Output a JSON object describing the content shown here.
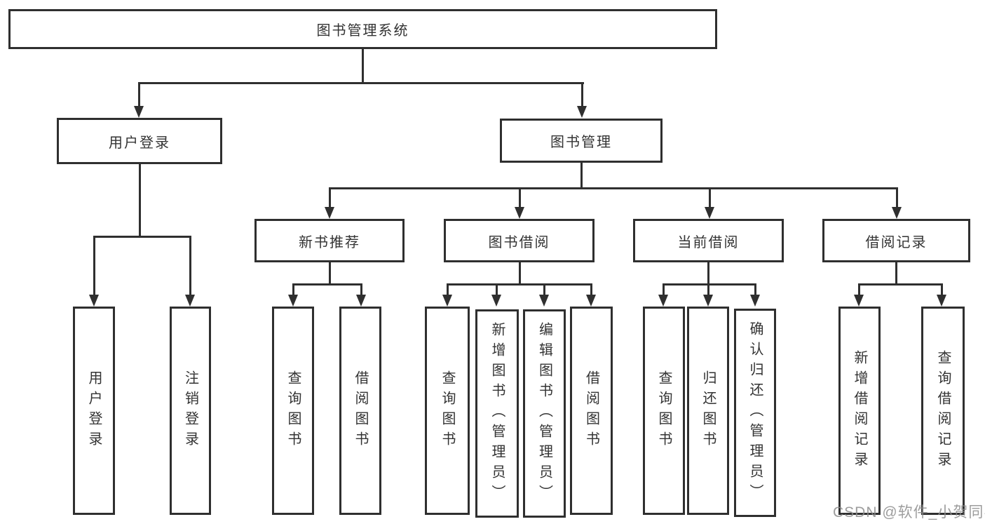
{
  "title": "图书管理系统",
  "watermark": "CSDN @软件_小贺同学",
  "colors": {
    "line": "#2f2f2f",
    "text": "#333333",
    "box_background": "#ffffff",
    "watermark": "#8c8c8c"
  },
  "nodes": {
    "root": "图书管理系统",
    "user_login": "用户登录",
    "book_management": "图书管理",
    "new_book_recommend": "新书推荐",
    "book_borrow": "图书借阅",
    "current_borrow": "当前借阅",
    "borrow_records": "借阅记录",
    "leaf_user_login": "用户登录",
    "leaf_logout": "注销登录",
    "leaf_nb_query_books": "查询图书",
    "leaf_nb_borrow_books": "借阅图书",
    "leaf_bb_query_books": "查询图书",
    "leaf_bb_add_books": "新增图书（管理员）",
    "leaf_bb_edit_books": "编辑图书（管理员）",
    "leaf_bb_borrow_books": "借阅图书",
    "leaf_cb_query_books": "查询图书",
    "leaf_cb_return_books": "归还图书",
    "leaf_cb_confirm_return": "确认归还（管理员）",
    "leaf_br_add_record": "新增借阅记录",
    "leaf_br_query_record": "查询借阅记录"
  }
}
